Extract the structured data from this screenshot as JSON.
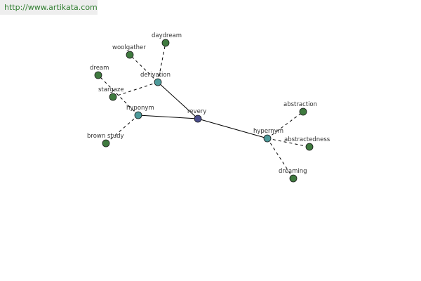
{
  "watermark": "http://www.artikata.com",
  "colors": {
    "center": "#4a4e8c",
    "relation": "#4d9a9a",
    "leaf": "#3f7a3f",
    "edge": "#000000",
    "watermark_text": "#2e7d2e",
    "watermark_bg": "#eeeeee"
  },
  "nodes": [
    {
      "id": "revery",
      "label": "revery",
      "kind": "center"
    },
    {
      "id": "derivation",
      "label": "derivation",
      "kind": "relation"
    },
    {
      "id": "hyponym",
      "label": "hyponym",
      "kind": "relation"
    },
    {
      "id": "hypernym",
      "label": "hypernym",
      "kind": "relation"
    },
    {
      "id": "daydream",
      "label": "daydream",
      "kind": "leaf"
    },
    {
      "id": "woolgather",
      "label": "woolgather",
      "kind": "leaf"
    },
    {
      "id": "dream",
      "label": "dream",
      "kind": "leaf"
    },
    {
      "id": "stargaze",
      "label": "stargaze",
      "kind": "leaf"
    },
    {
      "id": "brown-study",
      "label": "brown study",
      "kind": "leaf"
    },
    {
      "id": "abstraction",
      "label": "abstraction",
      "kind": "leaf"
    },
    {
      "id": "abstractedness",
      "label": "abstractedness",
      "kind": "leaf"
    },
    {
      "id": "dreaming",
      "label": "dreaming",
      "kind": "leaf"
    }
  ],
  "edges": [
    {
      "from": "revery",
      "to": "derivation",
      "style": "solid"
    },
    {
      "from": "revery",
      "to": "hyponym",
      "style": "solid"
    },
    {
      "from": "revery",
      "to": "hypernym",
      "style": "solid"
    },
    {
      "from": "derivation",
      "to": "daydream",
      "style": "dashed"
    },
    {
      "from": "derivation",
      "to": "woolgather",
      "style": "dashed"
    },
    {
      "from": "derivation",
      "to": "stargaze",
      "style": "dashed"
    },
    {
      "from": "hyponym",
      "to": "dream",
      "style": "dashed"
    },
    {
      "from": "hyponym",
      "to": "brown-study",
      "style": "dashed"
    },
    {
      "from": "hypernym",
      "to": "abstraction",
      "style": "dashed"
    },
    {
      "from": "hypernym",
      "to": "abstractedness",
      "style": "dashed"
    },
    {
      "from": "hypernym",
      "to": "dreaming",
      "style": "dashed"
    }
  ]
}
